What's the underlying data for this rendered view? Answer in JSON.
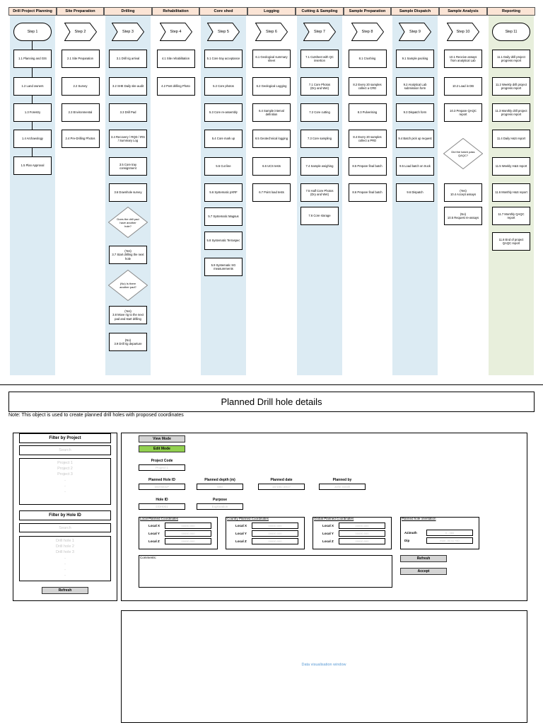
{
  "flow": {
    "lanes": [
      {
        "title": "Drill Project Planning",
        "color": "#dcebf3"
      },
      {
        "title": "Site Preparation",
        "color": "#e4e3ee"
      },
      {
        "title": "Drilling",
        "color": "#dcebf3"
      },
      {
        "title": "Rehabilitation",
        "color": "#e4e3ee"
      },
      {
        "title": "Core shed",
        "color": "#dcebf3"
      },
      {
        "title": "Logging",
        "color": "#e4e3ee"
      },
      {
        "title": "Cutting & Sampling",
        "color": "#dcebf3"
      },
      {
        "title": "Sample Preparation",
        "color": "#e4e3ee"
      },
      {
        "title": "Sample Dispatch",
        "color": "#dcebf3"
      },
      {
        "title": "Sample Analysis",
        "color": "#e4e3ee"
      },
      {
        "title": "Reporting",
        "color": "#e8efdc"
      }
    ],
    "steps": [
      "Step 1",
      "Step 2",
      "Step 3",
      "Step 4",
      "Step 5",
      "Step 6",
      "Step 7",
      "Step 8",
      "Step 9",
      "Step 10",
      "Step 11"
    ],
    "nodes": {
      "l1": [
        "1.1 Planning and GIS",
        "1.2 Land owners",
        "1.3 Forestry",
        "1.4 Archaeology",
        "1.5 Plan Approval"
      ],
      "l2": [
        "2.1 Site Preparation",
        "2.2 Survey",
        "2.3 Environmental",
        "2.4 Pre-Drilling Photos"
      ],
      "l3": [
        "3.1 Drill rig arrival",
        "3.2 SHE Daily site audit",
        "3.3 Drill Pad",
        "3.4 Recovery / RQD / IRS / Summary Log",
        "3.5 Core tray consignment",
        "3.6 Downhole survey",
        "Does the drill pad have another hole?",
        "(Yes)\n3.7 Start drilling the next hole",
        "(No)\nIs there another pad?",
        "(Yes)\n3.8 Move rig to the next pad and start drilling",
        "(No)\n3.9 Drill rig departure"
      ],
      "l4": [
        "4.1 Site rehabilitation",
        "4.2 Post drilling Photo"
      ],
      "l5": [
        "5.1 Core tray acceptance",
        "5.2 Core photos",
        "5.3 Core re-assembly",
        "5.4 Core mark up",
        "5.5 Cut line",
        "5.6 Systematic pXRF",
        "5.7 Systematic Magsus",
        "5.8 Systematic Terraspec",
        "5.9 Systematic SG measurements"
      ],
      "l6": [
        "6.1 Geological summary sheet",
        "6.2 Geological Logging",
        "6.4 Sample interval definition",
        "6.5 Geotechnical logging",
        "6.6 UCS tests",
        "6.7 Point load tests"
      ],
      "l7": [
        "7.1 Cutsheet with QC insertion",
        "7.1 Core Photos\n(Dry and Wet)",
        "7.2 Core cutting",
        "7.3 Core sampling",
        "7.4 Sample weighing",
        "7.5 Half Core Photos\n(Dry and Wet)",
        "7.6 Core storage"
      ],
      "l8": [
        "8.1 Crushing",
        "8.2 Every 20 samples collect a CRD",
        "8.3 Pulverising",
        "8.4 Every 20 samples collect a PRD",
        "8.5 Prepare final batch",
        "8.6 Prepare final batch"
      ],
      "l9": [
        "9.1 Sample packing",
        "9.2 Analytical Lab submission form",
        "9.3 Dispatch form",
        "9.4 Batch pick up request",
        "9.5 Load batch on truck",
        "9.6 Dispatch"
      ],
      "l10": [
        "10.1 Receive assays from analytical Lab",
        "10.2 Load in DB",
        "10.3 Prepare QAQC report",
        "Did the batch pass QAQC?",
        "(Yes)\n10.4 Accept assays",
        "(No)\n10.5 Request re-assays"
      ],
      "l11": [
        "11.1 Daily drill project progress report",
        "11.2 Weekly drill project progress report",
        "11.3 Monthly drill project progress report",
        "11.4 Daily H&S report",
        "11.5 Weekly H&S report",
        "11.6 Monthly H&S report",
        "11.7 Monthly QAQC report",
        "11.8 End of project QAQC report"
      ]
    }
  },
  "form": {
    "title": "Planned Drill hole details",
    "note": "Note: This object is used to create planned drill holes with proposed coordinates",
    "filter_project": {
      "header": "Filter by Project",
      "search_placeholder": "Search",
      "items": [
        "Project 1",
        "Project 2",
        "Project 3",
        "-",
        "-",
        "-"
      ]
    },
    "filter_hole": {
      "header": "Filter by Hole ID",
      "search_placeholder": "Search",
      "items": [
        "Drill hole 1",
        "Drill hole 2",
        "Drill hole 3",
        "-",
        "-",
        "-",
        "-"
      ]
    },
    "refresh_left": "Refresh",
    "view_mode": "View Mode",
    "edit_mode": "Edit Mode",
    "project_code": {
      "label": "Project Code",
      "value": "Project 1"
    },
    "planned_hole_id": {
      "label": "Planned Hole ID",
      "value": "DDH001P"
    },
    "planned_depth": {
      "label": "Planned depth (m)",
      "value": "500"
    },
    "planned_date": {
      "label": "Planned date",
      "value": "15-Dec-2017"
    },
    "planned_by": {
      "label": "Planned by",
      "value": "John Smith"
    },
    "hole_id": {
      "label": "Hole ID",
      "value": "DDH001"
    },
    "purpose": {
      "label": "Purpose",
      "value": "Exploration"
    },
    "local_coords": {
      "title": "Local Planned Coordinates",
      "rows": [
        {
          "label": "Local X",
          "value": "00000.000"
        },
        {
          "label": "Local Y",
          "value": "00000.000"
        },
        {
          "label": "Local Z",
          "value": "00000.000"
        }
      ]
    },
    "country_coords": {
      "title": "Country Planned Coordinates",
      "rows": [
        {
          "label": "Local X",
          "value": "00000.000"
        },
        {
          "label": "Local Y",
          "value": "00000.000"
        },
        {
          "label": "Local Z",
          "value": "00000.000"
        }
      ]
    },
    "global_coords": {
      "title": "Global Planned Coordinates",
      "rows": [
        {
          "label": "Local X",
          "value": "00000.000"
        },
        {
          "label": "Local Y",
          "value": "00000.000"
        },
        {
          "label": "Local Z",
          "value": "00000.000"
        }
      ]
    },
    "orientation": {
      "title": "Planned hole orientation",
      "rows": [
        {
          "label": "Azimuth",
          "value": "0 - 360"
        },
        {
          "label": "Dip",
          "value": "from -90 to +90"
        }
      ]
    },
    "comments_label": "Comments:",
    "refresh_right": "Refresh",
    "accept": "Accept",
    "viz_text": "Data visualisation window"
  },
  "colors": {
    "lane_header": "#fbe4d5",
    "edit_mode": "#92d050",
    "viz_text": "#5b9bd5"
  }
}
